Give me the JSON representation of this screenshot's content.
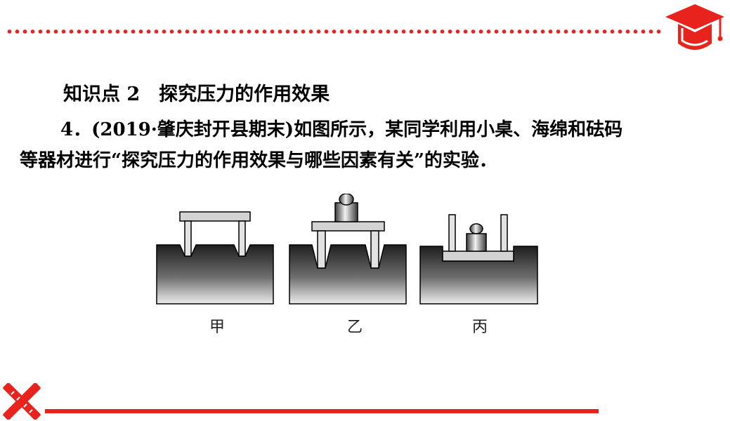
{
  "heading": "知识点 2　探究压力的作用效果",
  "question": {
    "line1": "4．(2019·肇庆封开县期末)如图所示，某同学利用小桌、海绵和砝码",
    "line2": "等器材进行“探究压力的作用效果与哪些因素有关”的实验．"
  },
  "figure": {
    "labels": [
      "甲",
      "乙",
      "丙"
    ]
  },
  "icons": {
    "top_right": "graduation-cap-icon",
    "bottom_left": "pencil-ruler-icon"
  },
  "colors": {
    "accent_red": "#e8231e"
  }
}
